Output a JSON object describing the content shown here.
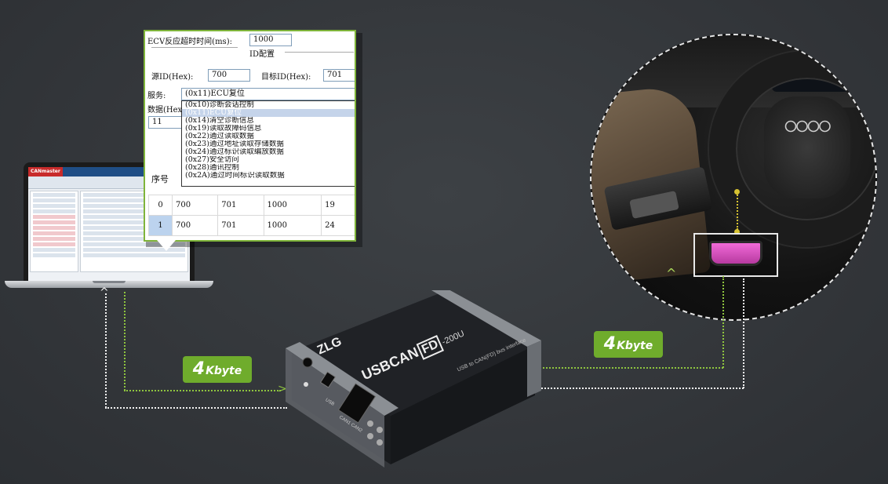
{
  "panel": {
    "ecv_label": "ECV反应超时时间(ms):",
    "ecv_value": "1000",
    "id_section": "ID配置",
    "src_label": "源ID(Hex):",
    "src_value": "700",
    "dst_label": "目标ID(Hex):",
    "dst_value": "701",
    "service_label": "服务:",
    "service_value": "(0x11)ECU复位",
    "data_label": "数据(Hex",
    "data_value": "11",
    "services": [
      "(0x10)诊断会话控制",
      "(0x11)ECU复位",
      "(0x14)清空诊断信息",
      "(0x19)读取故障码信息",
      "(0x22)通过读取数据",
      "(0x23)通过地址读取存储数据",
      "(0x24)通过标识读取编放数据",
      "(0x27)安全访问",
      "(0x28)通讯控制",
      "(0x2A)通过时间标识读取数据"
    ],
    "table_header": "序号",
    "rows": [
      {
        "idx": "0",
        "src": "700",
        "dst": "701",
        "timeout": "1000",
        "extra": "19"
      },
      {
        "idx": "1",
        "src": "700",
        "dst": "701",
        "timeout": "1000",
        "extra": "24"
      }
    ]
  },
  "laptop": {
    "app_logo": "CANmaster"
  },
  "badges": {
    "left": {
      "number": "4",
      "unit": "Kbyte"
    },
    "right": {
      "number": "4",
      "unit": "Kbyte"
    }
  },
  "device": {
    "brand": "ZLG",
    "model_main": "USBCAN",
    "model_fd": "FD",
    "model_suffix": "-200U",
    "description": "USB to CAN(FD) bus interface",
    "usb_label": "USB",
    "can_label": "CAN1 CAN2"
  },
  "colors": {
    "accent_green": "#6fac2c",
    "obd_pink": "#f16ad8",
    "panel_border": "#7fb43a"
  }
}
